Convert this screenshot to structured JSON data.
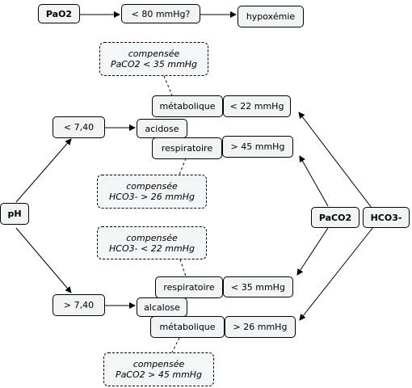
{
  "nodes": {
    "pao2": "PaO2",
    "pao2_condition": "< 80 mmHg?",
    "hypoxemie": "hypoxémie",
    "ph": "pH",
    "ph_low": "< 7,40",
    "ph_high": "> 7,40",
    "acidose": "acidose",
    "alcalose": "alcalose",
    "acidose_metabolique": "métabolique",
    "acidose_metabolique_value": "< 22 mmHg",
    "acidose_respiratoire": "respiratoire",
    "acidose_respiratoire_value": "> 45 mmHg",
    "alcalose_respiratoire": "respiratoire",
    "alcalose_respiratoire_value": "< 35 mmHg",
    "alcalose_metabolique": "métabolique",
    "alcalose_metabolique_value": "> 26 mmHg",
    "paco2": "PaCO2",
    "hco3": "HCO3-"
  },
  "notes": {
    "acidose_metabolique": {
      "line1": "compensée",
      "line2": "PaCO2 < 35 mmHg"
    },
    "acidose_respiratoire": {
      "line1": "compensée",
      "line2": "HCO3- > 26 mmHg"
    },
    "alcalose_respiratoire": {
      "line1": "compensée",
      "line2": "HCO3- < 22 mmHg"
    },
    "alcalose_metabolique": {
      "line1": "compensée",
      "line2": "PaCO2 > 45 mmHg"
    }
  }
}
